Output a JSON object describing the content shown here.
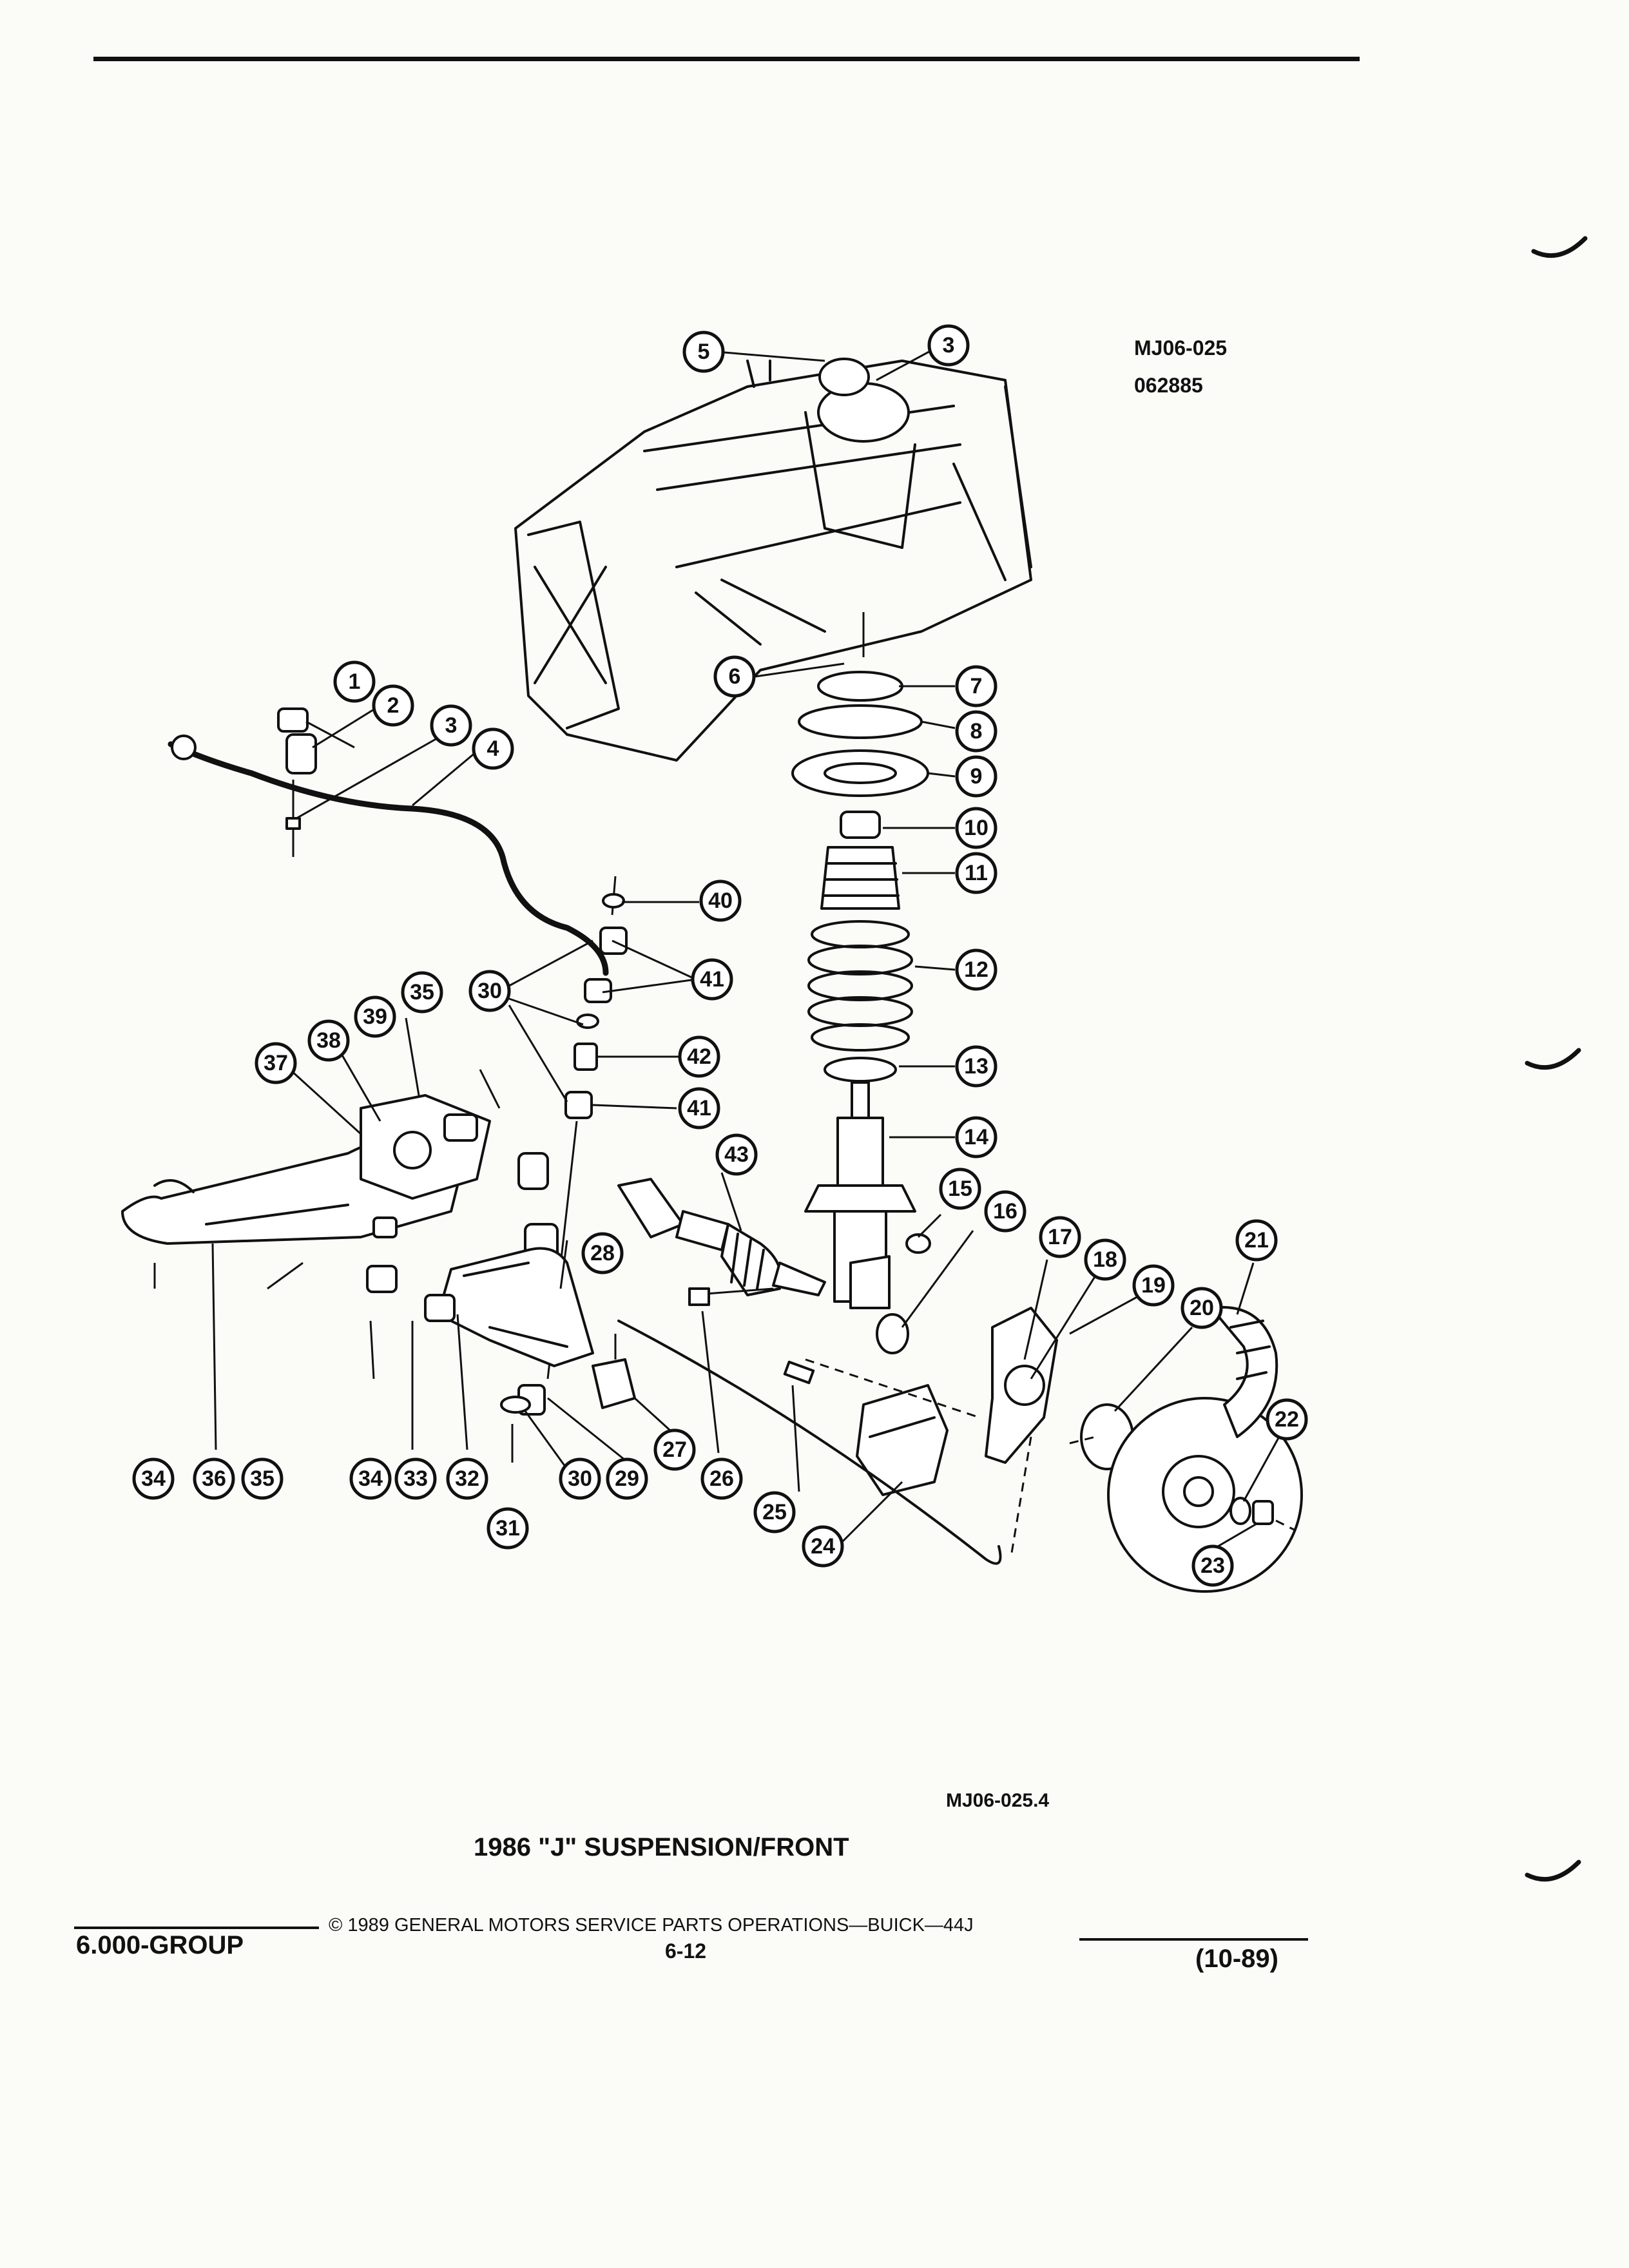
{
  "figure": {
    "ref_code": "MJ06-025",
    "date_code": "062885",
    "drawing_number": "MJ06-025.4",
    "caption": "1986 \"J\" SUSPENSION/FRONT"
  },
  "callouts": [
    "1",
    "2",
    "3",
    "3",
    "4",
    "5",
    "6",
    "7",
    "8",
    "9",
    "10",
    "11",
    "12",
    "13",
    "14",
    "15",
    "16",
    "17",
    "18",
    "19",
    "20",
    "21",
    "22",
    "23",
    "24",
    "25",
    "26",
    "27",
    "28",
    "29",
    "30",
    "30",
    "31",
    "32",
    "33",
    "34",
    "34",
    "35",
    "35",
    "36",
    "37",
    "38",
    "39",
    "40",
    "41",
    "41",
    "42",
    "43"
  ],
  "footer": {
    "group": "6.000-GROUP",
    "copyright": "© 1989 GENERAL MOTORS SERVICE PARTS OPERATIONS—BUICK—44J",
    "page_number": "6-12",
    "revision": "(10-89)"
  }
}
